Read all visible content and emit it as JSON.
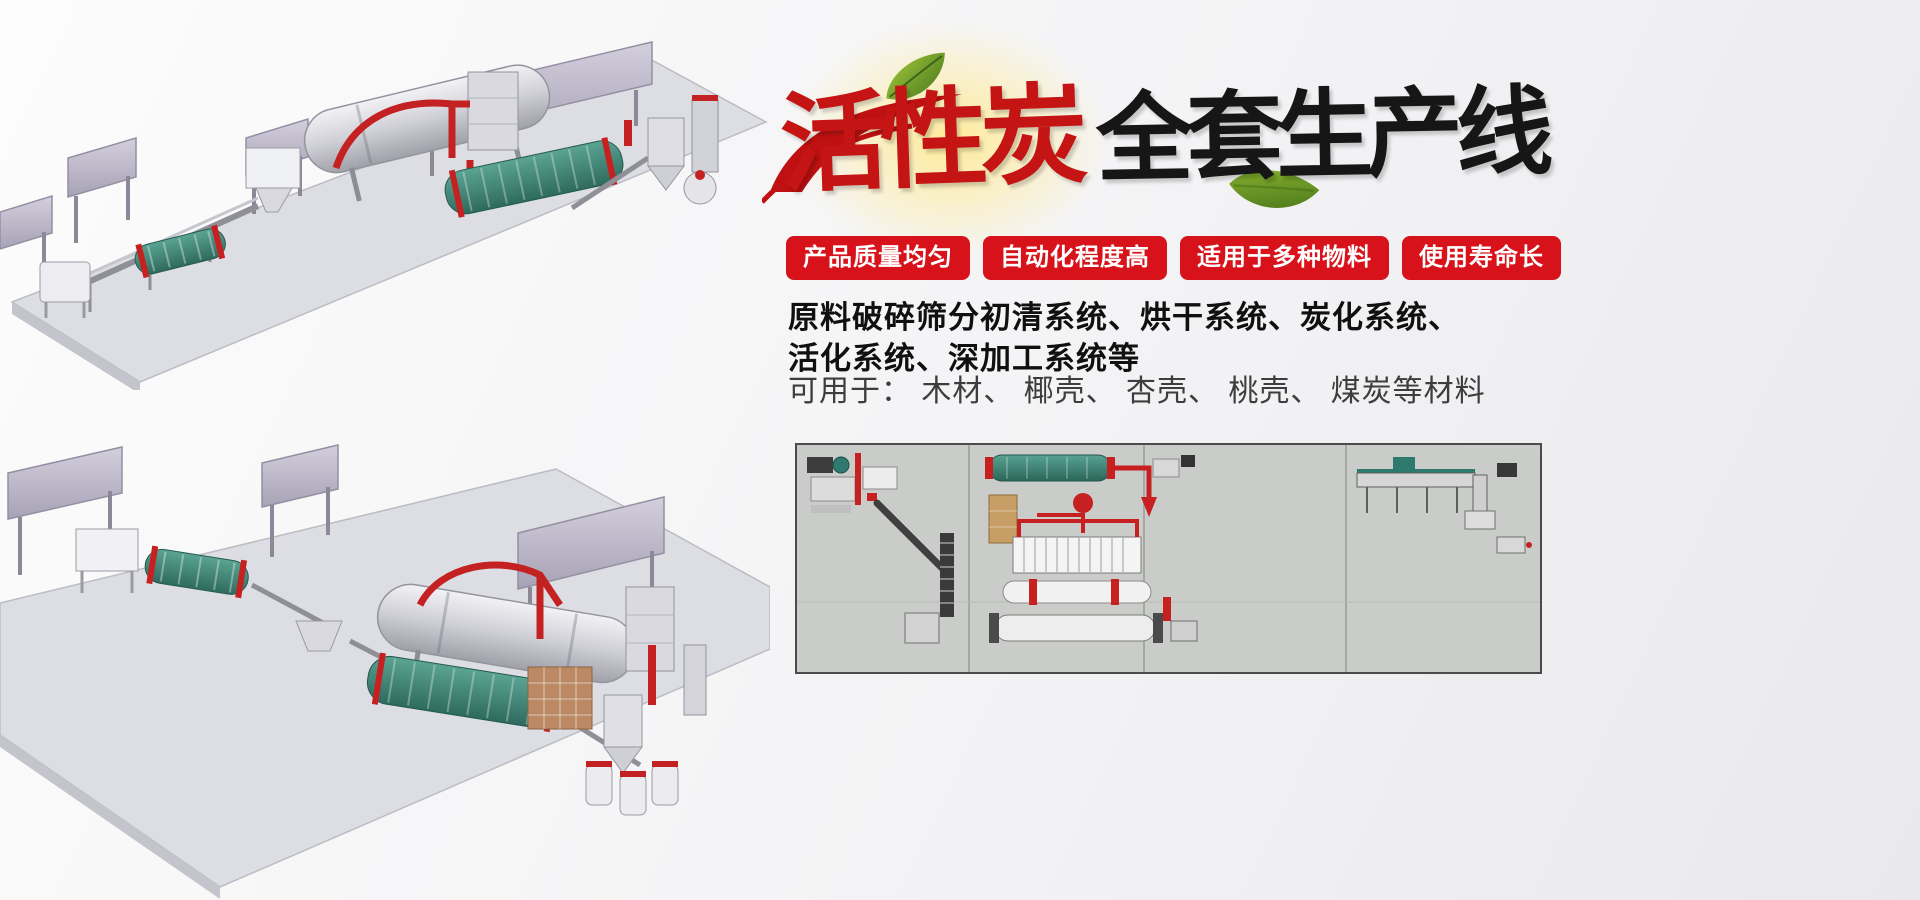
{
  "hero": {
    "title": {
      "red": "活性炭",
      "black": "全套生产线"
    },
    "badges": [
      "产品质量均匀",
      "自动化程度高",
      "适用于多种物料",
      "使用寿命长"
    ],
    "description_line1": "原料破碎筛分初清系统、烘干系统、炭化系统、",
    "description_line2": "活化系统、深加工系统等",
    "materials": "可用于： 木材、 椰壳、 杏壳、 桃壳、 煤炭等材料"
  },
  "colors": {
    "title_red": "#c41414",
    "title_black": "#161616",
    "badge_bg": "#d8121a",
    "badge_text": "#ffffff",
    "body_text": "#101010",
    "materials_text": "#3d3d3d",
    "page_bg": "#f3f3f5",
    "pipe_red": "#c62020",
    "machine_teal": "#3e8b80",
    "panel_purple": "#c6c2d2",
    "diagram_bg": "#caccc9"
  },
  "illustrations": {
    "upper_left": "factory-line-3d-render-1",
    "lower_left": "factory-line-3d-render-2",
    "lower_right": "factory-line-layout-diagram"
  }
}
